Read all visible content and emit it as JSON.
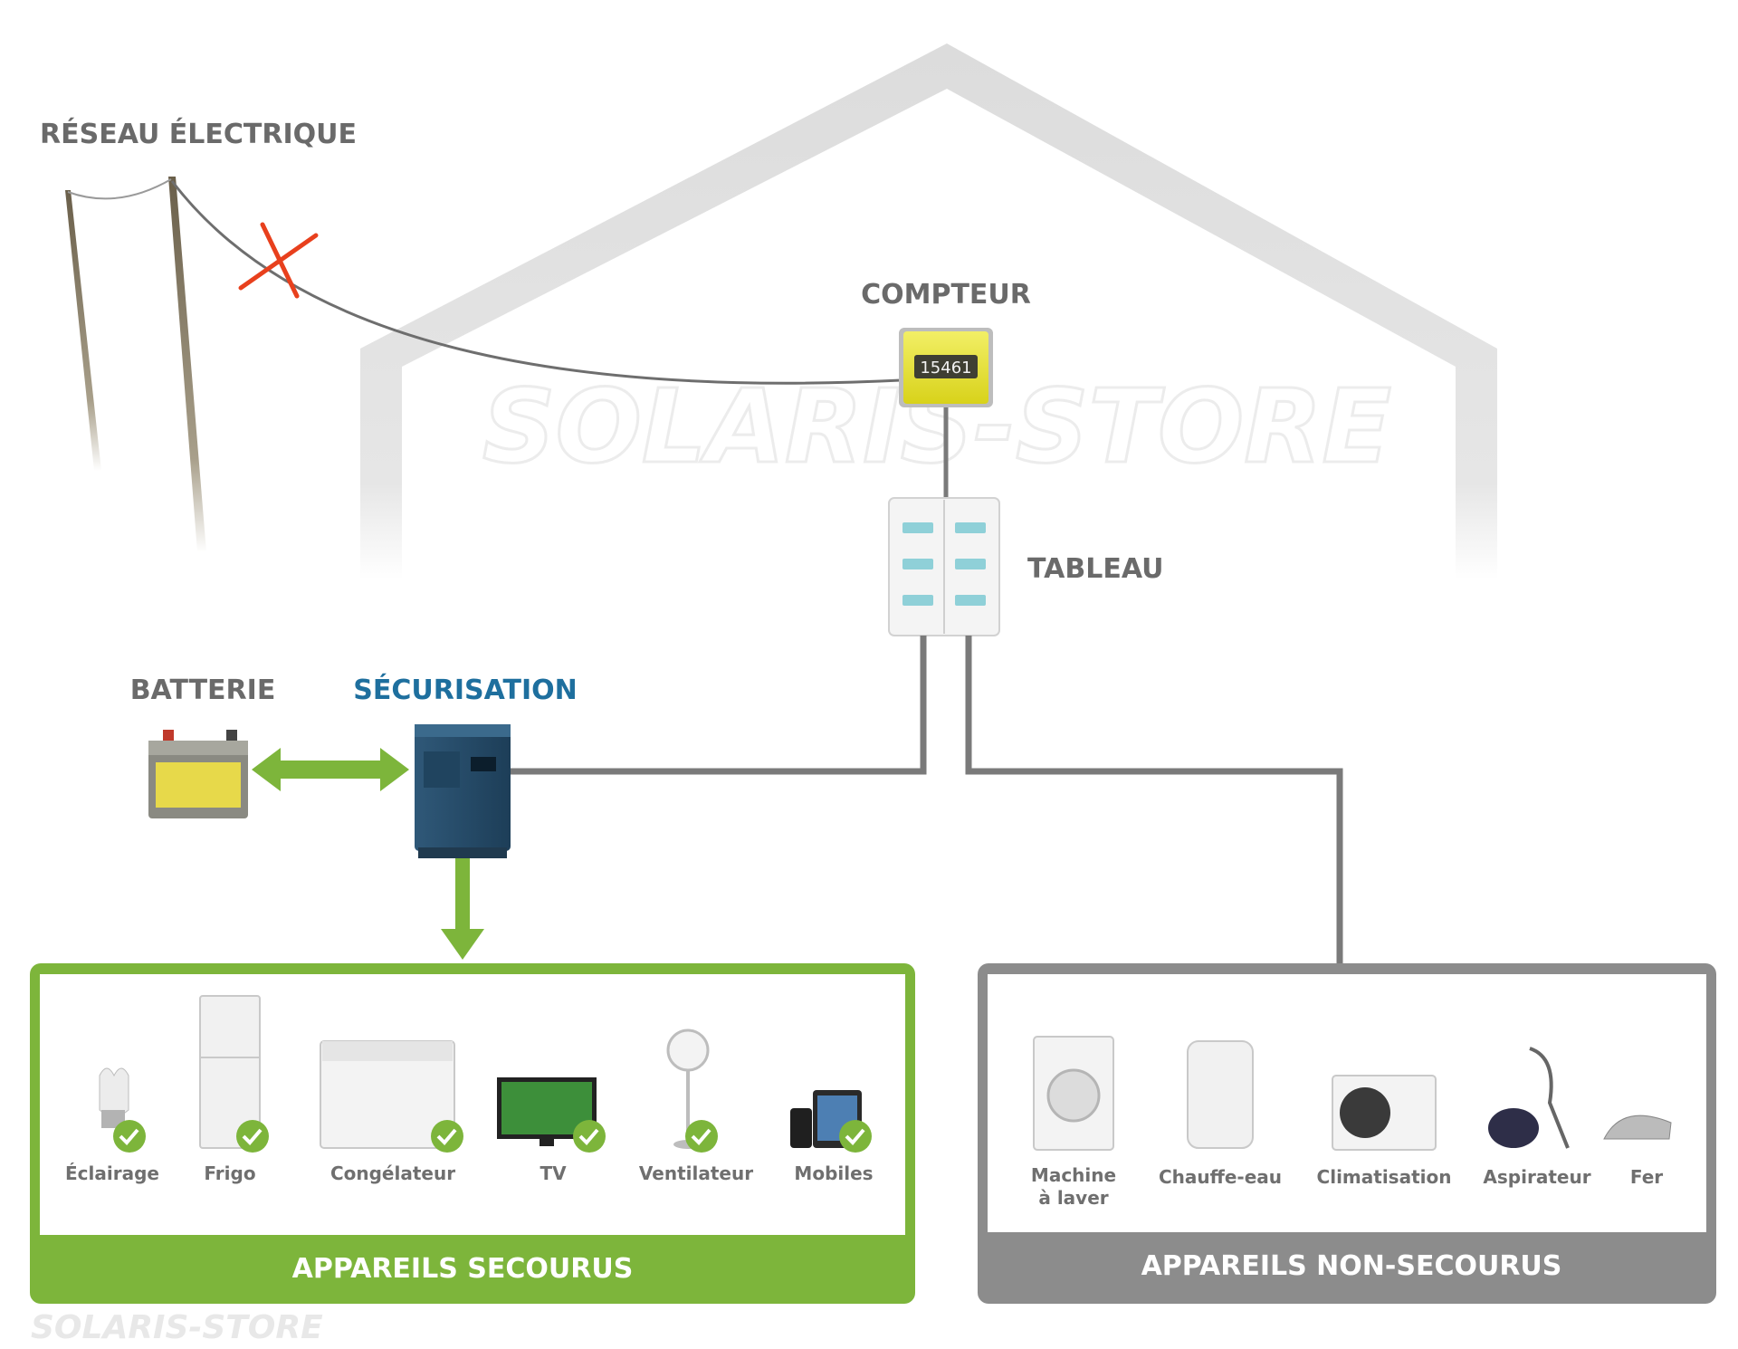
{
  "labels": {
    "grid": "RÉSEAU ÉLECTRIQUE",
    "meter": "COMPTEUR",
    "panel": "TABLEAU",
    "battery": "BATTERIE",
    "backup": "SÉCURISATION"
  },
  "meter_reading": "15461",
  "watermark": "SOLARIS-STORE",
  "secured": {
    "title": "APPAREILS SECOURUS",
    "items": [
      "Éclairage",
      "Frigo",
      "Congélateur",
      "TV",
      "Ventilateur",
      "Mobiles"
    ]
  },
  "unsecured": {
    "title": "APPAREILS NON-SECOURUS",
    "items": [
      [
        "Machine",
        "à laver"
      ],
      [
        "Chauffe-eau"
      ],
      [
        "Climatisation"
      ],
      [
        "Aspirateur"
      ],
      [
        "Fer"
      ]
    ]
  },
  "colors": {
    "green": "#7db53b",
    "gray_line": "#7a7a7a",
    "box_gray": "#8c8c8c",
    "house": "#d9d9d9",
    "blue_label": "#1e6f9e",
    "label_gray": "#6a6a6a",
    "red_cross": "#e8401d"
  }
}
